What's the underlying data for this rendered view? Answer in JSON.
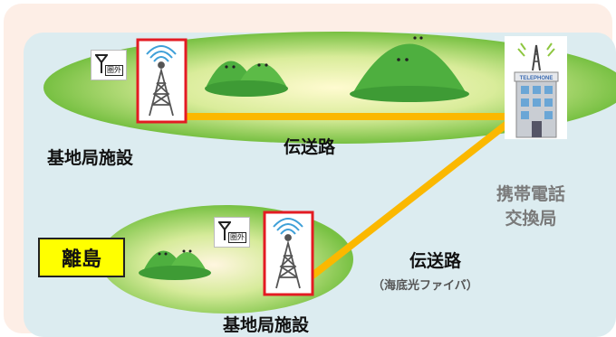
{
  "labels": {
    "base_station_top": "基地局施設",
    "transmission_top": "伝送路",
    "exchange_line1": "携帯電話",
    "exchange_line2": "交換局",
    "island": "離島",
    "transmission_bottom": "伝送路",
    "transmission_bottom_note": "（海底光ファイバ）",
    "base_station_bottom": "基地局施設",
    "out_of_service": "圏外",
    "building_sign": "TELEPHONE"
  },
  "colors": {
    "outer_bg": "#fdeee6",
    "sea": "#dcecf0",
    "land_dark": "#77c042",
    "land_light": "#fffbd0",
    "route": "#fbb800",
    "highlight": "#e31b23",
    "hill": "#4eaf3f",
    "tag_bg": "#ffff00",
    "exchange_text": "#7a7a7a"
  },
  "icons": [
    "antenna-icon",
    "cell-tower-icon",
    "telephone-exchange-icon",
    "hill-icon"
  ]
}
